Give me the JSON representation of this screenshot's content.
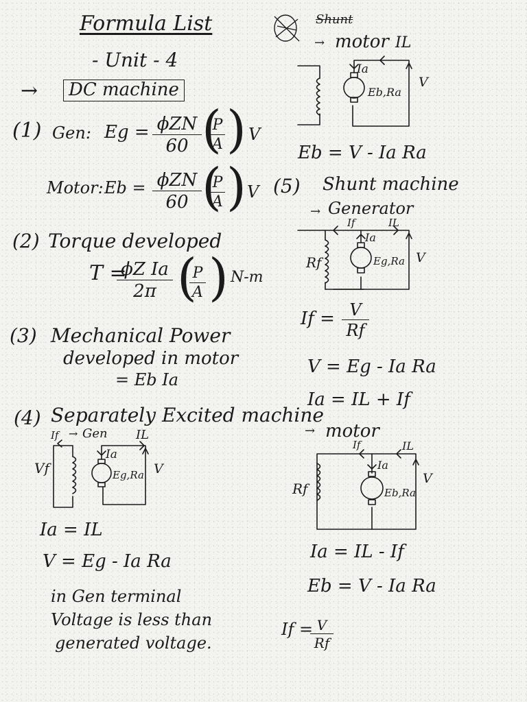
{
  "title": "Formula List",
  "unit": "- Unit - 4",
  "arrow_symbol": "→",
  "section": "DC machine",
  "f1": {
    "index": "(1)",
    "gen_label": "Gen:",
    "gen_lhs": "Eg =",
    "motor_label": "Motor:",
    "motor_lhs": "Eb =",
    "numerator": "ϕZN",
    "denominator": "60",
    "p": "P",
    "a": "A",
    "unit": "V"
  },
  "f2": {
    "index": "(2)",
    "label": "Torque developed",
    "lhs": "T =",
    "numerator": "ϕZ Ia",
    "denominator": "2π",
    "p": "P",
    "a": "A",
    "unit": "N-m"
  },
  "f3": {
    "index": "(3)",
    "line1": "Mechanical Power",
    "line2": "developed in motor",
    "expr": "= Eb Ia"
  },
  "f4": {
    "index": "(4)",
    "label": "Separately Excited machine",
    "circuit": {
      "i_f": "If",
      "gen": "Gen",
      "i_l": "IL",
      "i_a": "Ia",
      "v_f": "Vf",
      "emf": "Eg,Ra",
      "v": "V"
    },
    "eq1": "Ia = IL",
    "eq2": "V = Eg - Ia Ra",
    "note": [
      "in Gen terminal",
      "Voltage is less than",
      "generated voltage."
    ]
  },
  "f4_motor": {
    "struck_text": "Shunt",
    "heading": "motor",
    "il": "IL",
    "ia": "Ia",
    "emf": "Eb,Ra",
    "v": "V",
    "eq": "Eb = V - Ia Ra"
  },
  "f5": {
    "index": "(5)",
    "label": "Shunt machine",
    "generator": {
      "heading": "Generator",
      "if": "If",
      "il": "IL",
      "ia": "Ia",
      "rf": "Rf",
      "emf": "Eg,Ra",
      "v": "V",
      "eq_if_lhs": "If =",
      "eq_if_num": "V",
      "eq_if_den": "Rf",
      "eq_v": "V = Eg - Ia Ra",
      "eq_ia": "Ia = IL + If"
    },
    "motor": {
      "heading": "motor",
      "if": "If",
      "il": "IL",
      "ia": "Ia",
      "rf": "Rf",
      "emf": "Eb,Ra",
      "v": "V",
      "eq_ia": "Ia = IL - If",
      "eq_eb": "Eb = V - Ia Ra",
      "eq_if_lhs": "If =",
      "eq_if_num": "V",
      "eq_if_den": "Rf"
    }
  }
}
